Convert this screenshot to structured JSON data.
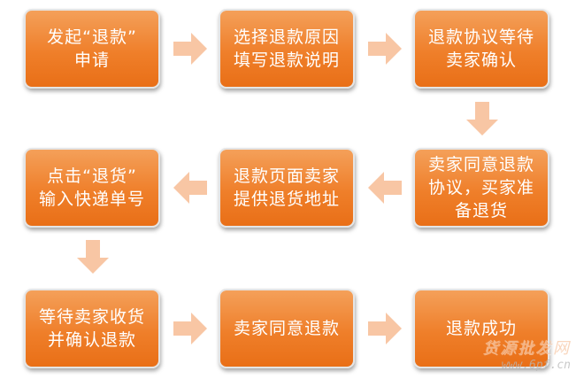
{
  "flowchart": {
    "steps": [
      {
        "label": "发起“退款”\n申请"
      },
      {
        "label": "选择退款原因\n填写退款说明"
      },
      {
        "label": "退款协议等待\n卖家确认"
      },
      {
        "label": "卖家同意退款\n协议，买家准\n备退货"
      },
      {
        "label": "退款页面卖家\n提供退货地址"
      },
      {
        "label": "点击“退货”\n输入快递单号"
      },
      {
        "label": "等待卖家收货\n并确认退款"
      },
      {
        "label": "卖家同意退款"
      },
      {
        "label": "退款成功"
      }
    ],
    "colors": {
      "box": "#ef7f2a",
      "box_text": "#ffffff",
      "box_border": "#e5e5e5",
      "arrow": "#f8c6a4"
    }
  },
  "watermark": {
    "brand": "货源批发网",
    "url": "www.6pf.cn"
  }
}
